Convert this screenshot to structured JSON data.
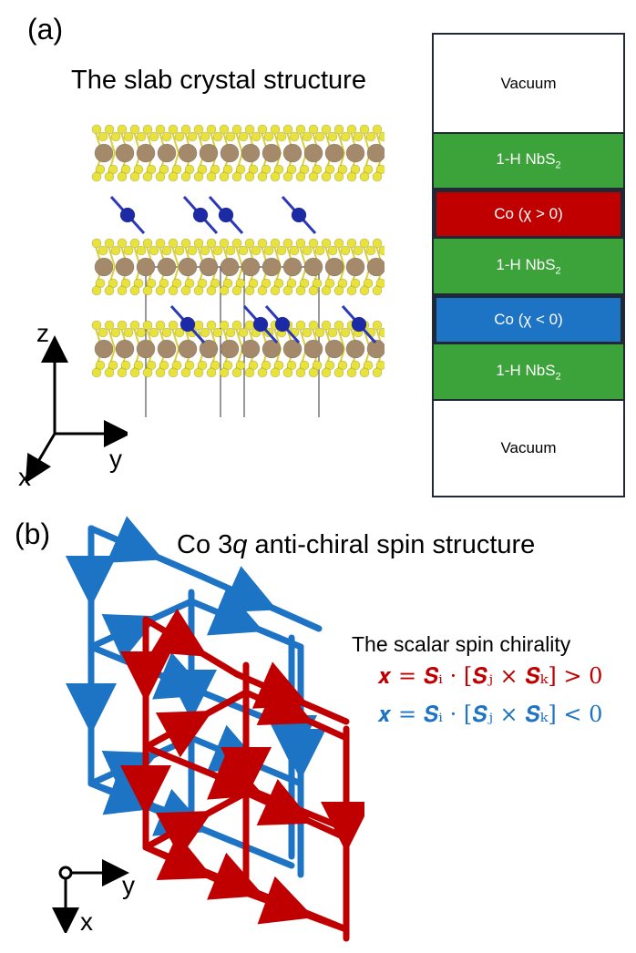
{
  "panel_a": {
    "label": "(a)",
    "title": "The slab crystal structure",
    "axes": {
      "z": "z",
      "y": "y",
      "x": "x"
    },
    "layers": [
      {
        "name": "vacuum-top",
        "label": "Vacuum",
        "sub": "",
        "tail": "",
        "color": "#ffffff",
        "text_color": "#000000"
      },
      {
        "name": "nbs2-1",
        "label": "1-H NbS",
        "sub": "2",
        "tail": "",
        "color": "#3ca33a",
        "text_color": "#ffffff"
      },
      {
        "name": "co-positive",
        "label": "Co (χ > 0)",
        "sub": "",
        "tail": "",
        "color": "#c00000",
        "text_color": "#ffffff"
      },
      {
        "name": "nbs2-2",
        "label": "1-H NbS",
        "sub": "2",
        "tail": "",
        "color": "#3ca33a",
        "text_color": "#ffffff"
      },
      {
        "name": "co-negative",
        "label": "Co (χ < 0)",
        "sub": "",
        "tail": "",
        "color": "#1d73c4",
        "text_color": "#ffffff"
      },
      {
        "name": "nbs2-3",
        "label": "1-H NbS",
        "sub": "2",
        "tail": "",
        "color": "#3ca33a",
        "text_color": "#ffffff"
      },
      {
        "name": "vacuum-bottom",
        "label": "Vacuum",
        "sub": "",
        "tail": "",
        "color": "#ffffff",
        "text_color": "#000000"
      }
    ],
    "atom_colors": {
      "sulfur": "#e8e23a",
      "niobium": "#a48a6a",
      "cobalt": "#1c2aa6"
    }
  },
  "panel_b": {
    "label": "(b)",
    "title_prefix": "Co 3",
    "title_italic": "q",
    "title_suffix": " anti-chiral spin structure",
    "chirality_heading": "The scalar spin chirality",
    "formula_positive": "𝒙 = 𝑺ᵢ · [𝑺ⱼ × 𝑺ₖ] > 0",
    "formula_negative": "𝒙 = 𝑺ᵢ · [𝑺ⱼ × 𝑺ₖ] < 0",
    "positive_color": "#c00000",
    "negative_color": "#1d73c4",
    "axes": {
      "y": "y",
      "x": "x"
    }
  }
}
